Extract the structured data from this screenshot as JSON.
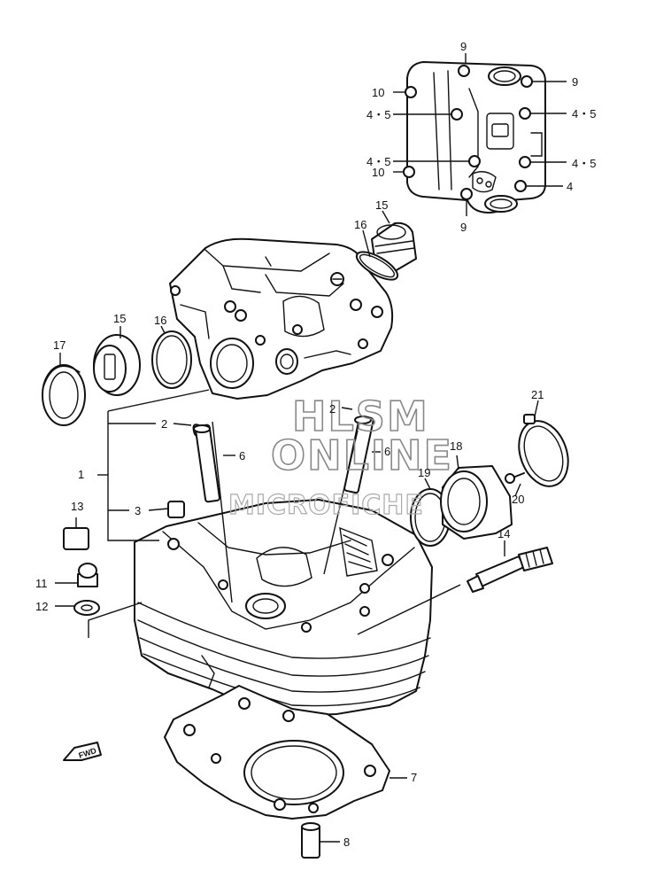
{
  "watermark": {
    "line1": "HLSM",
    "line2": "ONLINE",
    "line3": "MICROFICHE"
  },
  "fwd_marker": "FWD",
  "callouts": {
    "c1": "1",
    "c2a": "2",
    "c2b": "2",
    "c3": "3",
    "c4": "4",
    "c45a": "4・5",
    "c45b": "4・5",
    "c45c": "4・5",
    "c45d": "4・5",
    "c6a": "6",
    "c6b": "6",
    "c7": "7",
    "c8": "8",
    "c9a": "9",
    "c9b": "9",
    "c9c": "9",
    "c10a": "10",
    "c10b": "10",
    "c11": "11",
    "c12": "12",
    "c13": "13",
    "c14": "14",
    "c15a": "15",
    "c15b": "15",
    "c16a": "16",
    "c16b": "16",
    "c17": "17",
    "c18": "18",
    "c19": "19",
    "c20": "20",
    "c21": "21"
  }
}
